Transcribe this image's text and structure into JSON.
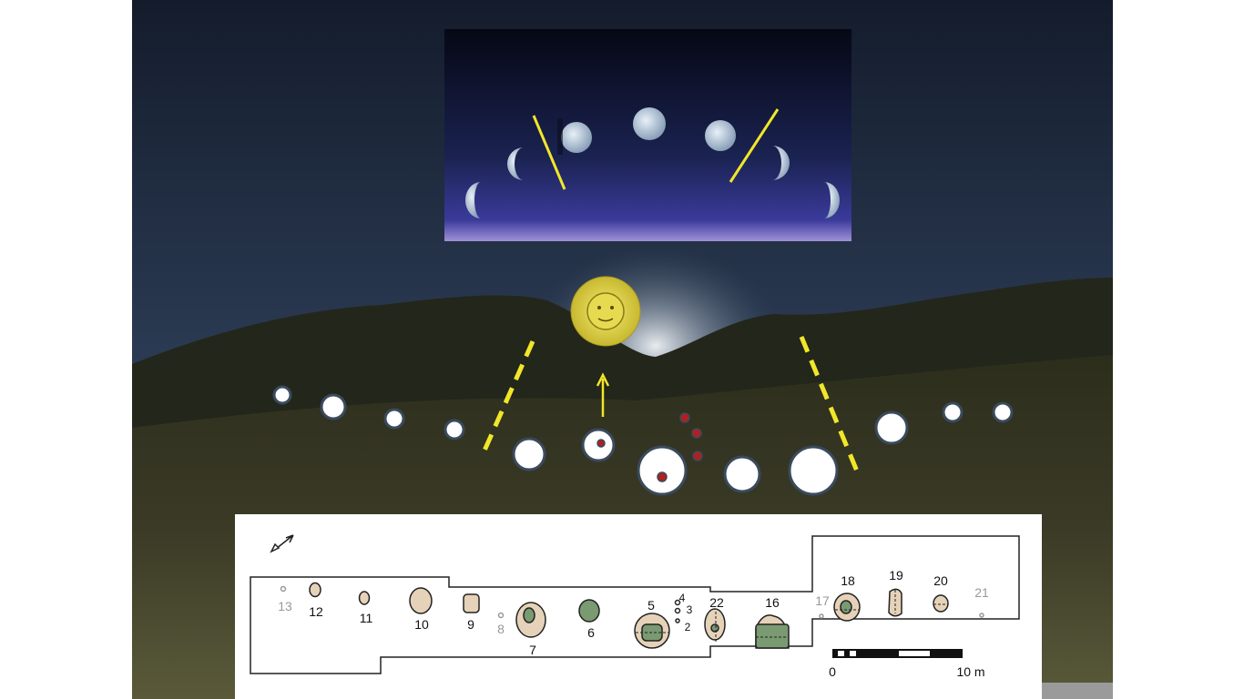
{
  "plan": {
    "labels": [
      {
        "text": "13",
        "grey": true
      },
      {
        "text": "12"
      },
      {
        "text": "11"
      },
      {
        "text": "10"
      },
      {
        "text": "9"
      },
      {
        "text": "8",
        "grey": true
      },
      {
        "text": "7"
      },
      {
        "text": "6"
      },
      {
        "text": "5"
      },
      {
        "text": "4"
      },
      {
        "text": "3"
      },
      {
        "text": "2"
      },
      {
        "text": "22"
      },
      {
        "text": "16"
      },
      {
        "text": "17",
        "grey": true
      },
      {
        "text": "18"
      },
      {
        "text": "19"
      },
      {
        "text": "20"
      },
      {
        "text": "21",
        "grey": true
      }
    ],
    "scale": {
      "start": "0",
      "end": "10 m"
    }
  },
  "colors": {
    "sky": "#1a2335",
    "fill_tan": "#e6d2b8",
    "fill_green": "#7a9a72",
    "yellow": "#f2e62a"
  }
}
